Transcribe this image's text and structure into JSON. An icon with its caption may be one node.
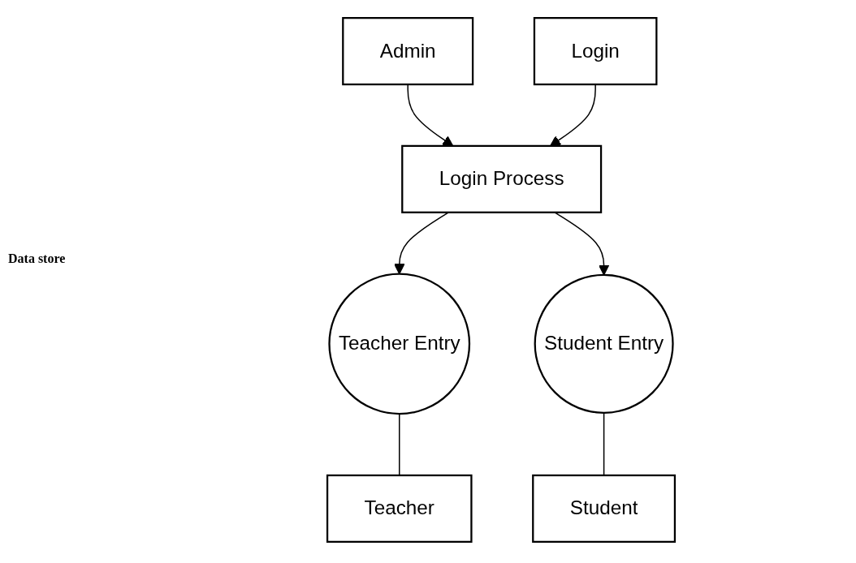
{
  "diagram": {
    "nodes": [
      {
        "text": [
          "Admin"
        ]
      },
      {
        "text": [
          "Login Process"
        ]
      },
      {
        "text": [
          "Login"
        ]
      },
      {
        "text": [
          "Teacher Entry"
        ]
      },
      {
        "text": [
          "Student Entry"
        ]
      },
      {
        "text": [
          "Teacher"
        ]
      },
      {
        "text": [
          "Student"
        ]
      }
    ],
    "edges": [
      {
        "from": 0,
        "to": 1,
        "arrow": "to"
      },
      {
        "from": 2,
        "to": 1,
        "arrow": "to"
      },
      {
        "from": 1,
        "to": 3,
        "arrow": "to"
      },
      {
        "from": 1,
        "to": 4,
        "arrow": "to"
      },
      {
        "from": 3,
        "to": 5,
        "arrow": "none"
      },
      {
        "from": 4,
        "to": 6,
        "arrow": "none"
      }
    ],
    "labels": [
      "Data store"
    ]
  }
}
